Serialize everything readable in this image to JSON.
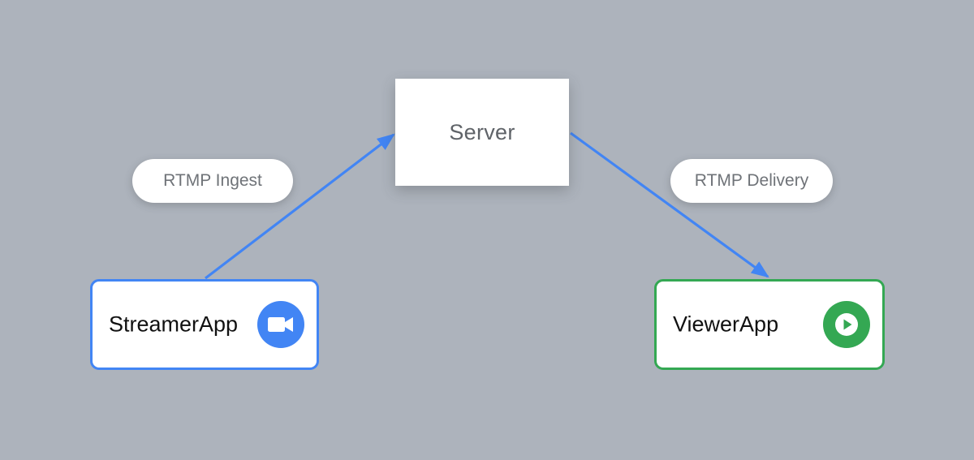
{
  "server": {
    "label": "Server"
  },
  "edges": [
    {
      "label": "RTMP Ingest",
      "from": "StreamerApp",
      "to": "Server"
    },
    {
      "label": "RTMP Delivery",
      "from": "Server",
      "to": "ViewerApp"
    }
  ],
  "streamer": {
    "label": "StreamerApp",
    "icon": "video-camera-icon",
    "color": "#4285f4"
  },
  "viewer": {
    "label": "ViewerApp",
    "icon": "play-circle-icon",
    "color": "#34a853"
  },
  "colors": {
    "background": "#adb3bc",
    "arrow": "#4285f4"
  }
}
